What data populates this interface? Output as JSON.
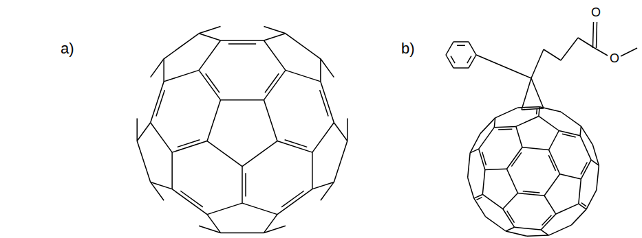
{
  "diagram": {
    "labels": [
      "a)",
      "b)",
      "O",
      "O"
    ]
  }
}
